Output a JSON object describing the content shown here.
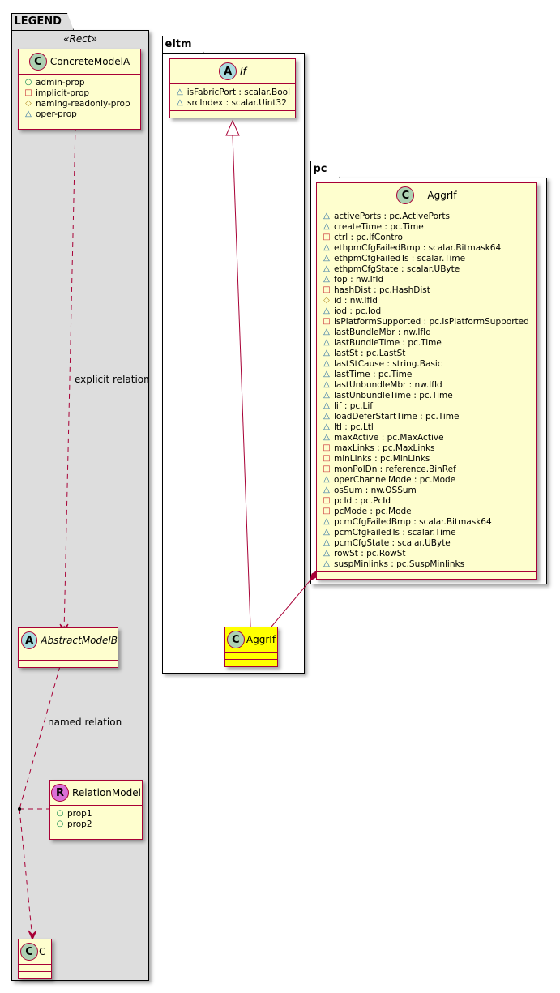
{
  "packages": {
    "legend": {
      "name": "LEGEND",
      "stereotype": "«Rect»",
      "classes": {
        "concrete": {
          "spot": "C",
          "name": "ConcreteModelA",
          "attributes": [
            {
              "vis": "○",
              "text": "admin-prop"
            },
            {
              "vis": "□",
              "text": "implicit-prop"
            },
            {
              "vis": "◇",
              "text": "naming-readonly-prop"
            },
            {
              "vis": "△",
              "text": "oper-prop"
            }
          ]
        },
        "abstract": {
          "spot": "A",
          "name": "AbstractModelB"
        },
        "relation": {
          "spot": "R",
          "name": "RelationModel",
          "attributes": [
            {
              "vis": "○",
              "text": "prop1"
            },
            {
              "vis": "○",
              "text": "prop2"
            }
          ]
        },
        "c": {
          "spot": "C",
          "name": "C"
        }
      },
      "edge_labels": {
        "explicit": "explicit relation",
        "named": "named relation"
      }
    },
    "eltm": {
      "name": "eltm",
      "classes": {
        "if": {
          "spot": "A",
          "name": "If",
          "attributes": [
            {
              "vis": "△",
              "text": "isFabricPort : scalar.Bool"
            },
            {
              "vis": "△",
              "text": "srcIndex : scalar.Uint32"
            }
          ]
        },
        "aggrif_ref": {
          "spot": "C",
          "name": "AggrIf"
        }
      }
    },
    "pc": {
      "name": "pc",
      "classes": {
        "aggrif": {
          "spot": "C",
          "name": "AggrIf",
          "attributes": [
            {
              "vis": "△",
              "text": "activePorts : pc.ActivePorts"
            },
            {
              "vis": "△",
              "text": "createTime : pc.Time"
            },
            {
              "vis": "□",
              "text": "ctrl : pc.IfControl"
            },
            {
              "vis": "△",
              "text": "ethpmCfgFailedBmp : scalar.Bitmask64"
            },
            {
              "vis": "△",
              "text": "ethpmCfgFailedTs : scalar.Time"
            },
            {
              "vis": "△",
              "text": "ethpmCfgState : scalar.UByte"
            },
            {
              "vis": "△",
              "text": "fop : nw.IfId"
            },
            {
              "vis": "□",
              "text": "hashDist : pc.HashDist"
            },
            {
              "vis": "◇",
              "text": "id : nw.IfId"
            },
            {
              "vis": "△",
              "text": "iod : pc.Iod"
            },
            {
              "vis": "□",
              "text": "isPlatformSupported : pc.IsPlatformSupported"
            },
            {
              "vis": "△",
              "text": "lastBundleMbr : nw.IfId"
            },
            {
              "vis": "△",
              "text": "lastBundleTime : pc.Time"
            },
            {
              "vis": "△",
              "text": "lastSt : pc.LastSt"
            },
            {
              "vis": "△",
              "text": "lastStCause : string.Basic"
            },
            {
              "vis": "△",
              "text": "lastTime : pc.Time"
            },
            {
              "vis": "△",
              "text": "lastUnbundleMbr : nw.IfId"
            },
            {
              "vis": "△",
              "text": "lastUnbundleTime : pc.Time"
            },
            {
              "vis": "△",
              "text": "lif : pc.Lif"
            },
            {
              "vis": "△",
              "text": "loadDeferStartTime : pc.Time"
            },
            {
              "vis": "△",
              "text": "ltl : pc.Ltl"
            },
            {
              "vis": "△",
              "text": "maxActive : pc.MaxActive"
            },
            {
              "vis": "□",
              "text": "maxLinks : pc.MaxLinks"
            },
            {
              "vis": "□",
              "text": "minLinks : pc.MinLinks"
            },
            {
              "vis": "□",
              "text": "monPolDn : reference.BinRef"
            },
            {
              "vis": "△",
              "text": "operChannelMode : pc.Mode"
            },
            {
              "vis": "△",
              "text": "osSum : nw.OSSum"
            },
            {
              "vis": "□",
              "text": "pcId : pc.PcId"
            },
            {
              "vis": "□",
              "text": "pcMode : pc.Mode"
            },
            {
              "vis": "△",
              "text": "pcmCfgFailedBmp : scalar.Bitmask64"
            },
            {
              "vis": "△",
              "text": "pcmCfgFailedTs : scalar.Time"
            },
            {
              "vis": "△",
              "text": "pcmCfgState : scalar.UByte"
            },
            {
              "vis": "△",
              "text": "rowSt : pc.RowSt"
            },
            {
              "vis": "△",
              "text": "suspMinlinks : pc.SuspMinlinks"
            }
          ]
        }
      }
    }
  },
  "colors": {
    "border": "#a80036",
    "class_fill": "#fefece",
    "highlight_fill": "#ffff00",
    "legend_fill": "#dddddd"
  }
}
